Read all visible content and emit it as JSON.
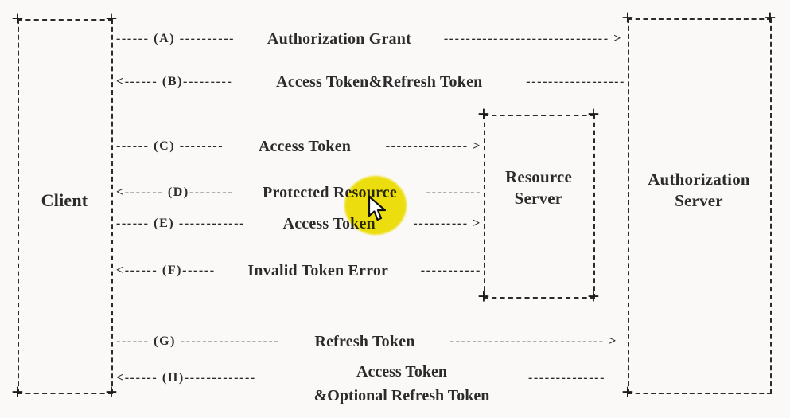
{
  "canvas": {
    "ink_color": "#2b2b2b",
    "background_color": "#faf9f7"
  },
  "corner_mark": "+",
  "boxes": {
    "client": {
      "label": "Client"
    },
    "resource_server": {
      "line1": "Resource",
      "line2": "Server"
    },
    "authorization_server": {
      "line1": "Authorization",
      "line2": "Server"
    }
  },
  "flows": [
    {
      "id": "A",
      "left": "------ (A) ----------",
      "label": "Authorization Grant",
      "right": "------------------------------ >"
    },
    {
      "id": "B",
      "left": "<------ (B)---------",
      "label": "Access Token&Refresh Token",
      "right": "------------------"
    },
    {
      "id": "C",
      "left": "------ (C) --------",
      "label": "Access Token",
      "right": "--------------- >"
    },
    {
      "id": "D",
      "left": "<------- (D)--------",
      "label": "Protected Resource",
      "right": "----------"
    },
    {
      "id": "E",
      "left": "------ (E) ------------",
      "label": "Access Token",
      "right": "---------- >"
    },
    {
      "id": "F",
      "left": "<------ (F)------",
      "label": "Invalid Token Error",
      "right": "-----------"
    },
    {
      "id": "G",
      "left": "------ (G) ------------------",
      "label": "Refresh Token",
      "right": "---------------------------- >"
    },
    {
      "id": "H",
      "left": "<------ (H)-------------",
      "label": "Access Token",
      "label2": "&Optional Refresh Token",
      "right": "--------------"
    }
  ],
  "highlight": {
    "color": "#f1e40e"
  },
  "cursor": {
    "type": "arrow-pointer"
  }
}
